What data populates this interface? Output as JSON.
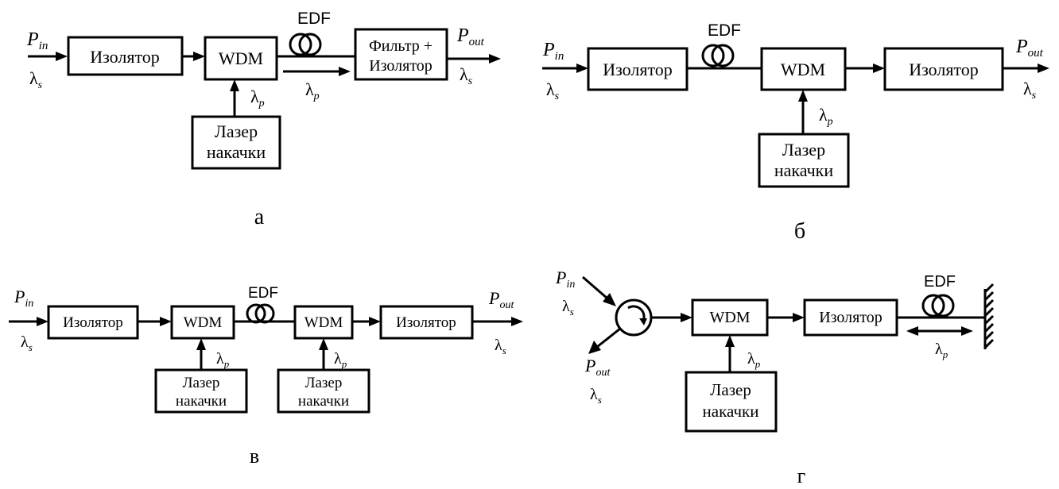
{
  "labels": {
    "isolator": "Изолятор",
    "wdm": "WDM",
    "edf": "EDF",
    "pump_line1": "Лазер",
    "pump_line2": "накачки",
    "filter_line1": "Фильтр +",
    "filter_line2": "Изолятор",
    "p_in_base": "P",
    "p_in_sub": "in",
    "p_out_base": "P",
    "p_out_sub": "out",
    "lambda": "λ",
    "sub_s": "s",
    "sub_p": "p"
  },
  "panels": {
    "a": "а",
    "b": "б",
    "v": "в",
    "g": "г"
  }
}
